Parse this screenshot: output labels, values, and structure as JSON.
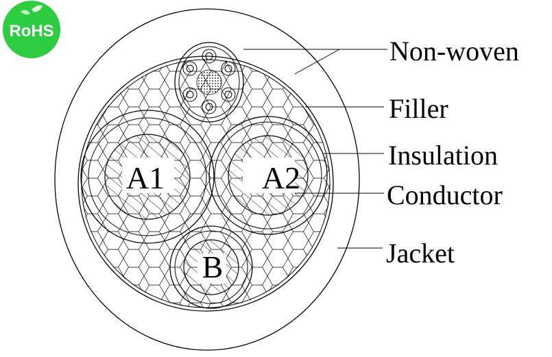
{
  "logo": {
    "text": "RoHS",
    "color": "#2ecc40"
  },
  "cores": {
    "a1": "A1",
    "a2": "A2",
    "b": "B"
  },
  "callouts": {
    "non_woven": "Non-woven",
    "filler": "Filler",
    "insulation": "Insulation",
    "conductor": "Conductor",
    "jacket": "Jacket"
  }
}
